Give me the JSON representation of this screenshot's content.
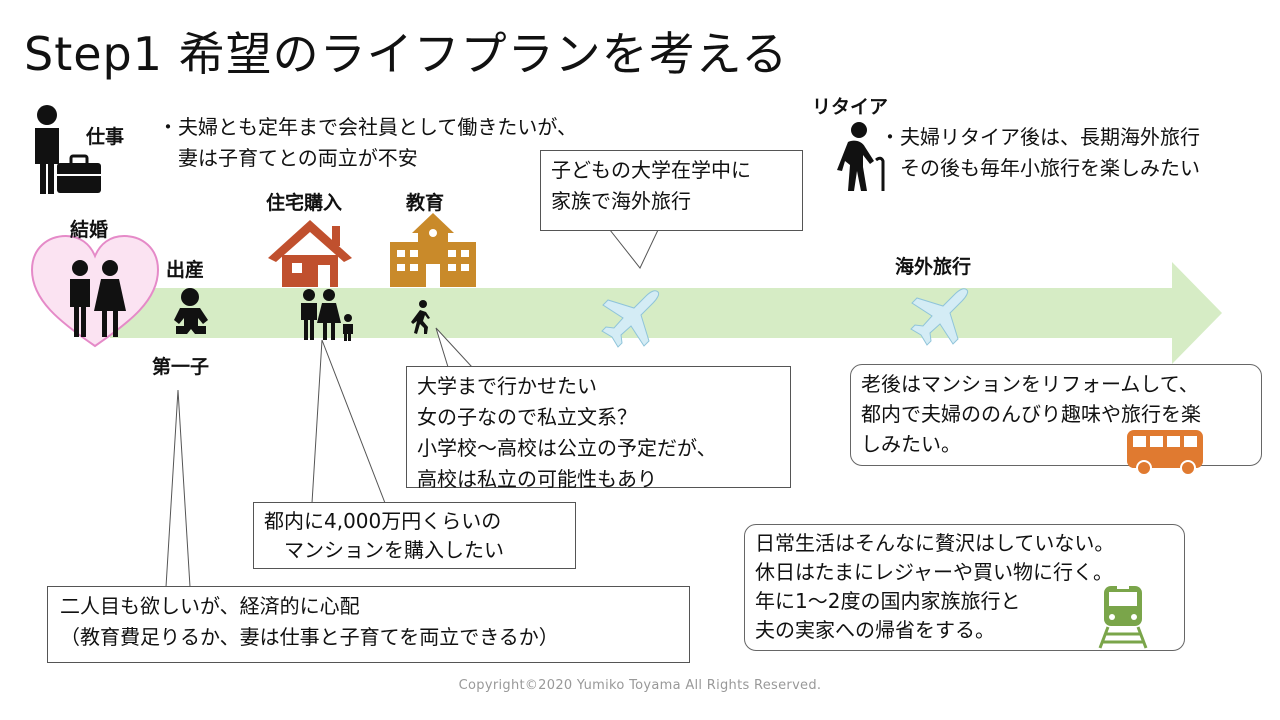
{
  "title": "Step1 希望のライフプランを考える",
  "events": {
    "work": "仕事",
    "marriage": "結婚",
    "birth": "出産",
    "first_child": "第一子",
    "housing": "住宅購入",
    "education": "教育",
    "overseas_trip": "海外旅行",
    "retire": "リタイア"
  },
  "notes": {
    "work": [
      "・夫婦とも定年まで会社員として働きたいが、",
      "　妻は子育てとの両立が不安"
    ],
    "retire": [
      "・夫婦リタイア後は、長期海外旅行",
      "その後も毎年小旅行を楽しみたい"
    ]
  },
  "callouts": {
    "trip_during_college": [
      "子どもの大学在学中に",
      "家族で海外旅行"
    ],
    "education": [
      "大学まで行かせたい",
      "女の子なので私立文系？",
      "小学校～高校は公立の予定だが、",
      "高校は私立の可能性もあり"
    ],
    "housing": [
      "都内に4,000万円くらいの",
      "　マンションを購入したい"
    ],
    "second_child": [
      "二人目も欲しいが、経済的に心配",
      "（教育費足りるか、妻は仕事と子育てを両立できるか）"
    ],
    "old_age": [
      "老後はマンションをリフォームして、",
      "都内で夫婦ののんびり趣味や旅行を楽",
      "しみたい。"
    ],
    "daily_life": [
      "日常生活はそんなに贅沢はしていない。",
      "休日はたまにレジャーや買い物に行く。",
      "年に1～2度の国内家族旅行と",
      "夫の実家への帰省をする。"
    ]
  },
  "footer": "Copyright©2020 Yumiko Toyama All Rights Reserved.",
  "colors": {
    "timeline_arrow": "#d6ecc5",
    "house": "#c0502e",
    "school": "#c98a2a",
    "plane": "#d4ecf5",
    "heart_fill": "#fbe3f2",
    "heart_stroke": "#e58ac8",
    "bus": "#e07a30",
    "train": "#7aa54a"
  },
  "icons": [
    "worker-with-suitcase-icon",
    "couple-heart-icon",
    "baby-icon",
    "house-icon",
    "family-icon",
    "school-icon",
    "walking-child-icon",
    "airplane-icon",
    "elderly-with-cane-icon",
    "bus-icon",
    "train-icon"
  ]
}
